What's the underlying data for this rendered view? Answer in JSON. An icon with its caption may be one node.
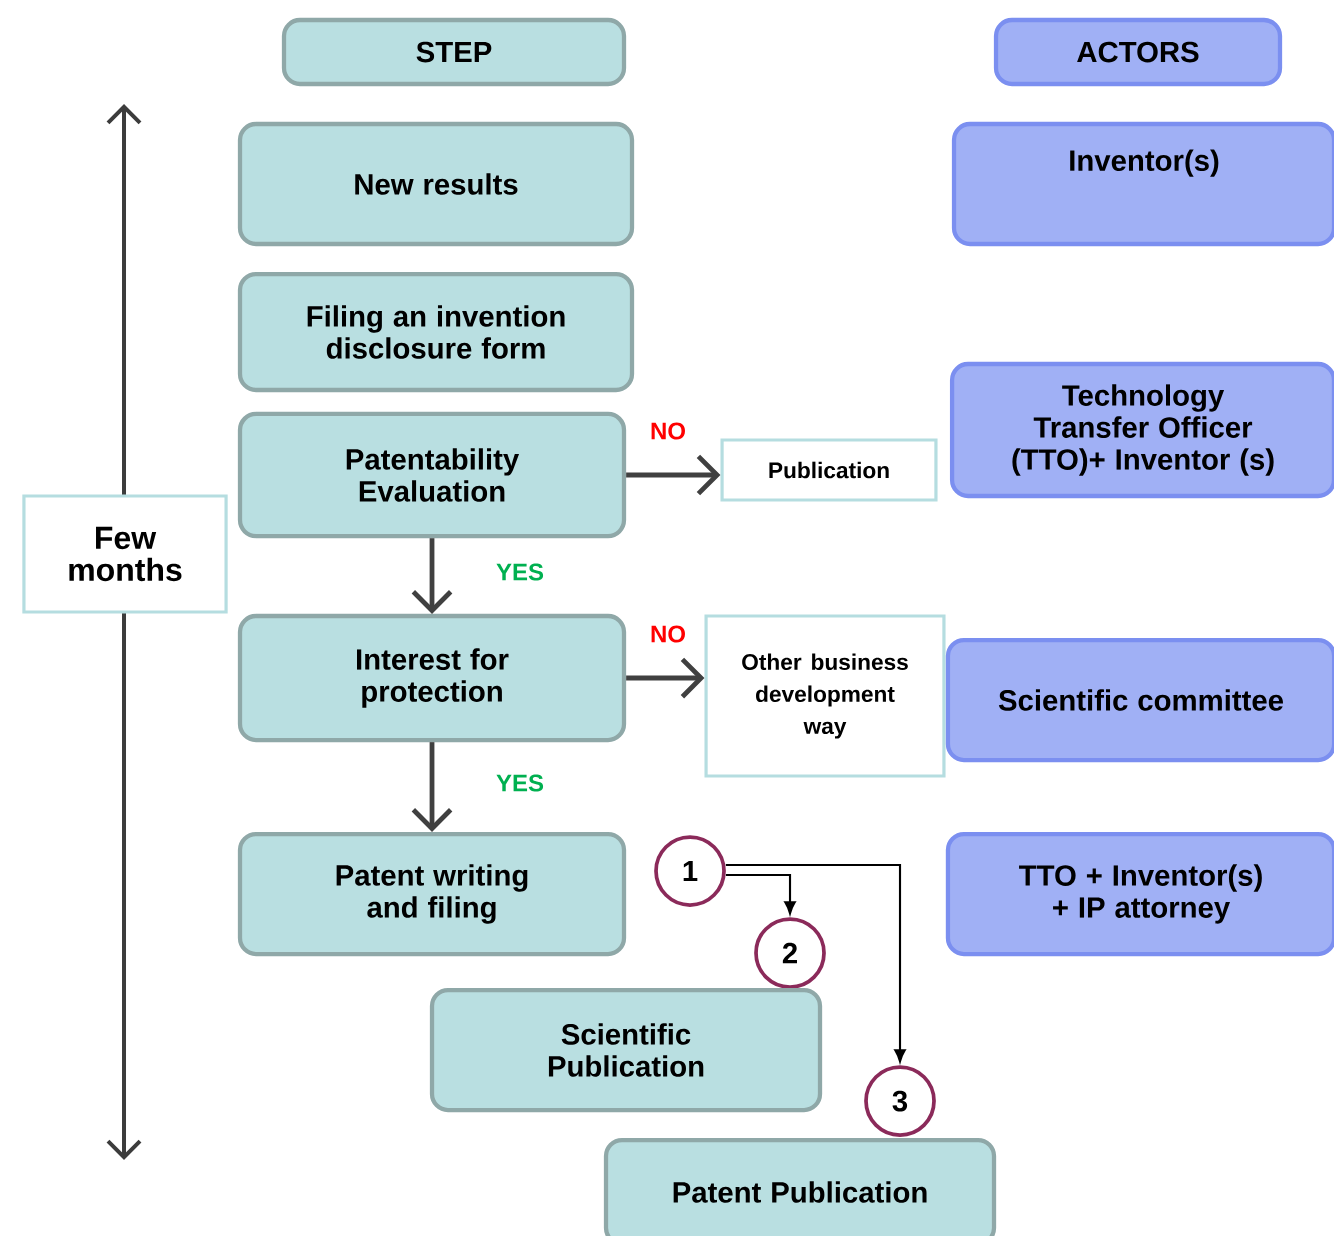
{
  "diagram": {
    "nodes": [
      {
        "text": [
          "STEP"
        ]
      },
      {
        "text": [
          "ACTORS"
        ]
      },
      {
        "text": [
          "New results"
        ]
      },
      {
        "text": [
          "Inventor(s)"
        ]
      },
      {
        "text": [
          "Filing an invention disclosure form"
        ]
      },
      {
        "text": [
          "Few months"
        ]
      },
      {
        "text": [
          "Patentability Evaluation"
        ]
      },
      {
        "text": [
          "Publication"
        ]
      },
      {
        "text": [
          "Technology Transfer Officer (TTO)+ Inventor (s)"
        ]
      },
      {
        "text": [
          "Interest for protection"
        ]
      },
      {
        "text": [
          "Other business development way"
        ]
      },
      {
        "text": [
          "Scientific committee"
        ]
      },
      {
        "text": [
          "Patent writing and filing"
        ]
      },
      {
        "text": [
          "1"
        ]
      },
      {
        "text": [
          "TTO + Inventor(s) + IP attorney"
        ]
      },
      {
        "text": [
          "2"
        ]
      },
      {
        "text": [
          "Scientific Publication"
        ]
      },
      {
        "text": [
          "3"
        ]
      },
      {
        "text": [
          "Patent Publication"
        ]
      }
    ],
    "edges": [
      {
        "from": 6,
        "to": 7,
        "arrow": "to",
        "label": "NO"
      },
      {
        "from": 6,
        "to": 9,
        "arrow": "to",
        "label": "YES"
      },
      {
        "from": 9,
        "to": 10,
        "arrow": "to",
        "label": "NO"
      },
      {
        "from": 9,
        "to": 12,
        "arrow": "to",
        "label": "YES"
      },
      {
        "from": 13,
        "to": 15,
        "arrow": "to",
        "color": "#000000"
      },
      {
        "from": 13,
        "to": 17,
        "arrow": "to",
        "color": "#000000"
      }
    ]
  }
}
